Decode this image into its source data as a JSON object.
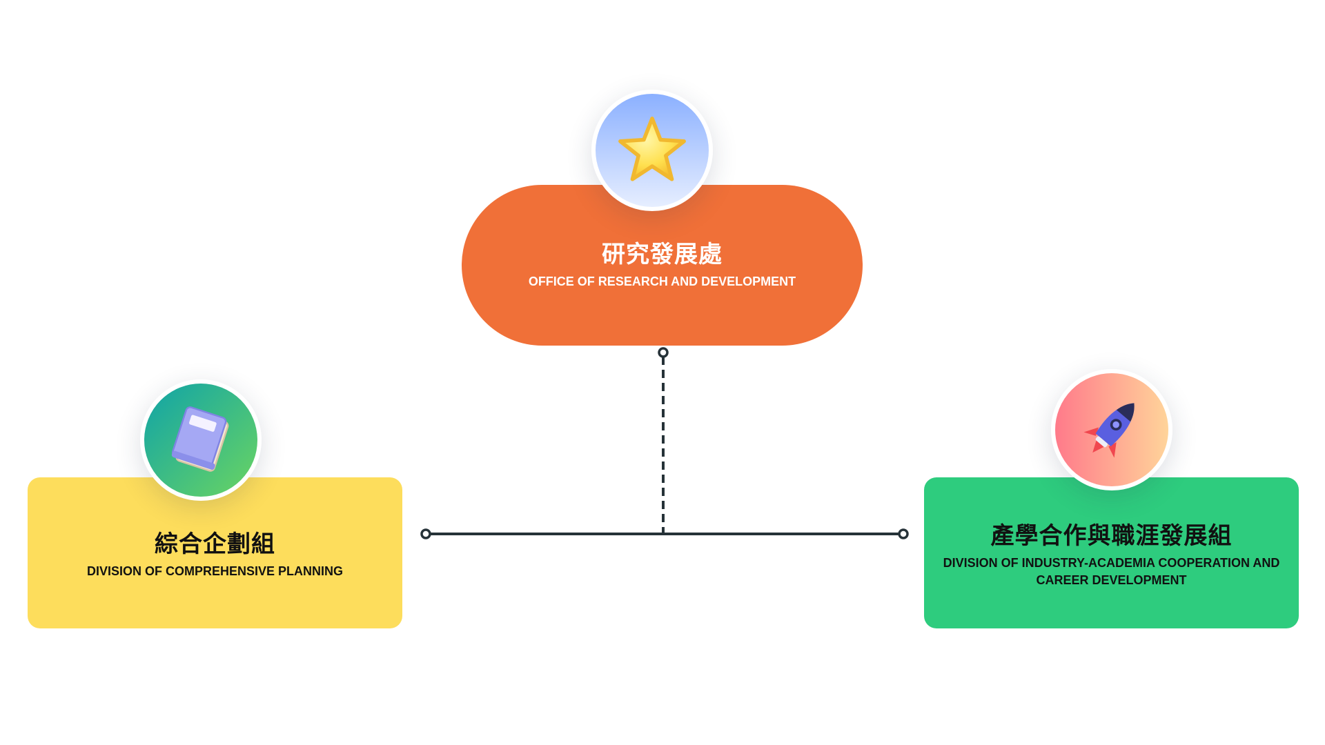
{
  "nodes": {
    "top": {
      "title_zh": "研究發展處",
      "title_en": "OFFICE OF RESEARCH AND DEVELOPMENT",
      "color": "#F07038",
      "icon": "star-icon",
      "badge_gradient": [
        "#8BB0FF",
        "#E6EEFF"
      ]
    },
    "left": {
      "title_zh": "綜合企劃組",
      "title_en": "DIVISION OF COMPREHENSIVE PLANNING",
      "color": "#FDDD5C",
      "icon": "book-icon",
      "badge_gradient": [
        "#0FA3A8",
        "#6BD561"
      ]
    },
    "right": {
      "title_zh": "產學合作與職涯發展組",
      "title_en": "DIVISION OF INDUSTRY-ACADEMIA COOPERATION AND CAREER DEVELOPMENT",
      "color": "#2ECC7E",
      "icon": "rocket-icon",
      "badge_gradient": [
        "#FF7A8A",
        "#FFD49A"
      ]
    }
  },
  "connector_color": "#263238"
}
